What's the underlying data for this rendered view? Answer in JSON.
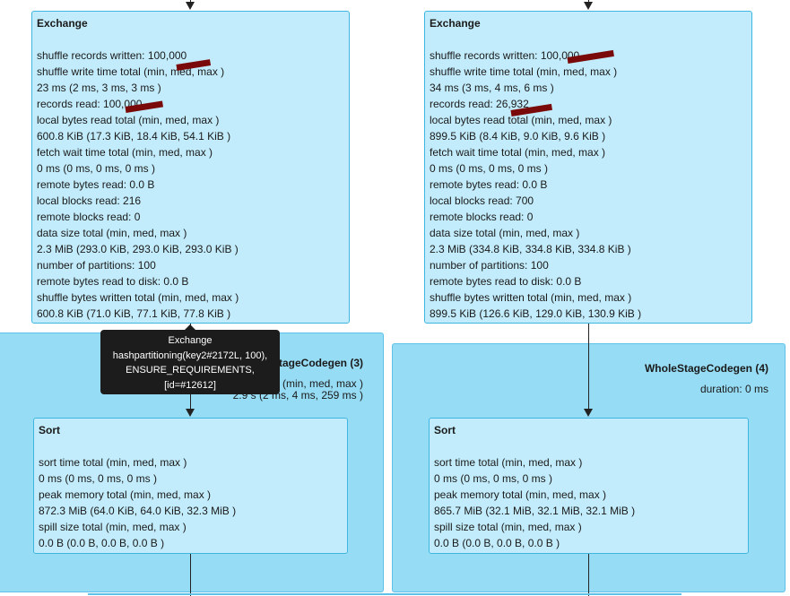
{
  "exchange_left": {
    "title": "Exchange",
    "metrics": [
      "shuffle records written: 100,000",
      "shuffle write time total (min, med, max )",
      "23 ms (2 ms, 3 ms, 3 ms )",
      "records read: 100,000",
      "local bytes read total (min, med, max )",
      "600.8 KiB (17.3 KiB, 18.4 KiB, 54.1 KiB )",
      "fetch wait time total (min, med, max )",
      "0 ms (0 ms, 0 ms, 0 ms )",
      "remote bytes read: 0.0 B",
      "local blocks read: 216",
      "remote blocks read: 0",
      "data size total (min, med, max )",
      "2.3 MiB (293.0 KiB, 293.0 KiB, 293.0 KiB )",
      "number of partitions: 100",
      "remote bytes read to disk: 0.0 B",
      "shuffle bytes written total (min, med, max )",
      "600.8 KiB (71.0 KiB, 77.1 KiB, 77.8 KiB )"
    ]
  },
  "exchange_right": {
    "title": "Exchange",
    "metrics": [
      "shuffle records written: 100,000",
      "shuffle write time total (min, med, max )",
      "34 ms (3 ms, 4 ms, 6 ms )",
      "records read: 26,932",
      "local bytes read total (min, med, max )",
      "899.5 KiB (8.4 KiB, 9.0 KiB, 9.6 KiB )",
      "fetch wait time total (min, med, max )",
      "0 ms (0 ms, 0 ms, 0 ms )",
      "remote bytes read: 0.0 B",
      "local blocks read: 700",
      "remote blocks read: 0",
      "data size total (min, med, max )",
      "2.3 MiB (334.8 KiB, 334.8 KiB, 334.8 KiB )",
      "number of partitions: 100",
      "remote bytes read to disk: 0.0 B",
      "shuffle bytes written total (min, med, max )",
      "899.5 KiB (126.6 KiB, 129.0 KiB, 130.9 KiB )"
    ]
  },
  "stage_left": {
    "title": "WholeStageCodegen (3)",
    "duration_label": "duration: total (min, med, max )",
    "duration_value": "2.9 s (2 ms, 4 ms, 259 ms )"
  },
  "stage_right": {
    "title": "WholeStageCodegen (4)",
    "duration_label": "duration: 0 ms"
  },
  "sort_left": {
    "title": "Sort",
    "metrics": [
      "sort time total (min, med, max )",
      "0 ms (0 ms, 0 ms, 0 ms )",
      "peak memory total (min, med, max )",
      "872.3 MiB (64.0 KiB, 64.0 KiB, 32.3 MiB )",
      "spill size total (min, med, max )",
      "0.0 B (0.0 B, 0.0 B, 0.0 B )"
    ]
  },
  "sort_right": {
    "title": "Sort",
    "metrics": [
      "sort time total (min, med, max )",
      "0 ms (0 ms, 0 ms, 0 ms )",
      "peak memory total (min, med, max )",
      "865.7 MiB (32.1 MiB, 32.1 MiB, 32.1 MiB )",
      "spill size total (min, med, max )",
      "0.0 B (0.0 B, 0.0 B, 0.0 B )"
    ]
  },
  "tooltip": {
    "lines": [
      "Exchange",
      "hashpartitioning(key2#2172L, 100),",
      "ENSURE_REQUIREMENTS,",
      "[id=#12612]"
    ]
  },
  "colors": {
    "stage_fill": "#97dcf5",
    "node_fill": "#c2ecfb",
    "node_border": "#3fb6e0",
    "redaction": "#7a0a0a",
    "tooltip_bg": "#1c1c1c"
  }
}
